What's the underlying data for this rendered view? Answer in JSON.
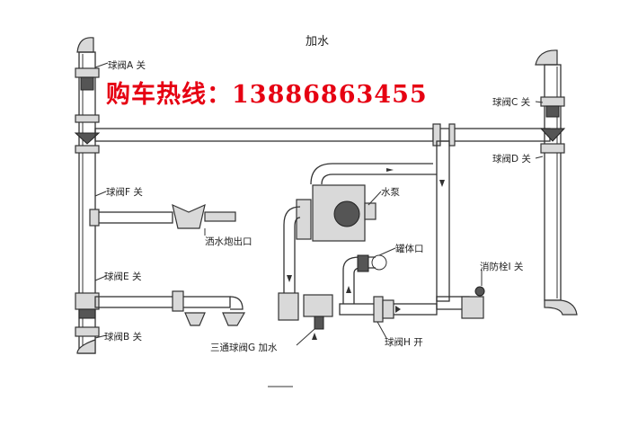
{
  "diagram": {
    "title": "加水",
    "promo_text": "购车热线：13886863455",
    "labels": {
      "valve_a": "球阀A 关",
      "valve_b": "球阀B 关",
      "valve_c": "球阀C 关",
      "valve_d": "球阀D 关",
      "valve_e": "球阀E 关",
      "valve_f": "球阀F 关",
      "valve_g": "三通球阀G 加水",
      "valve_h": "球阀H 开",
      "hydrant": "消防栓I 关",
      "pump": "水泵",
      "tank_port": "罐体口",
      "cannon_port": "洒水炮出口"
    },
    "colors": {
      "promo": "#e60012",
      "line": "#333333"
    }
  }
}
